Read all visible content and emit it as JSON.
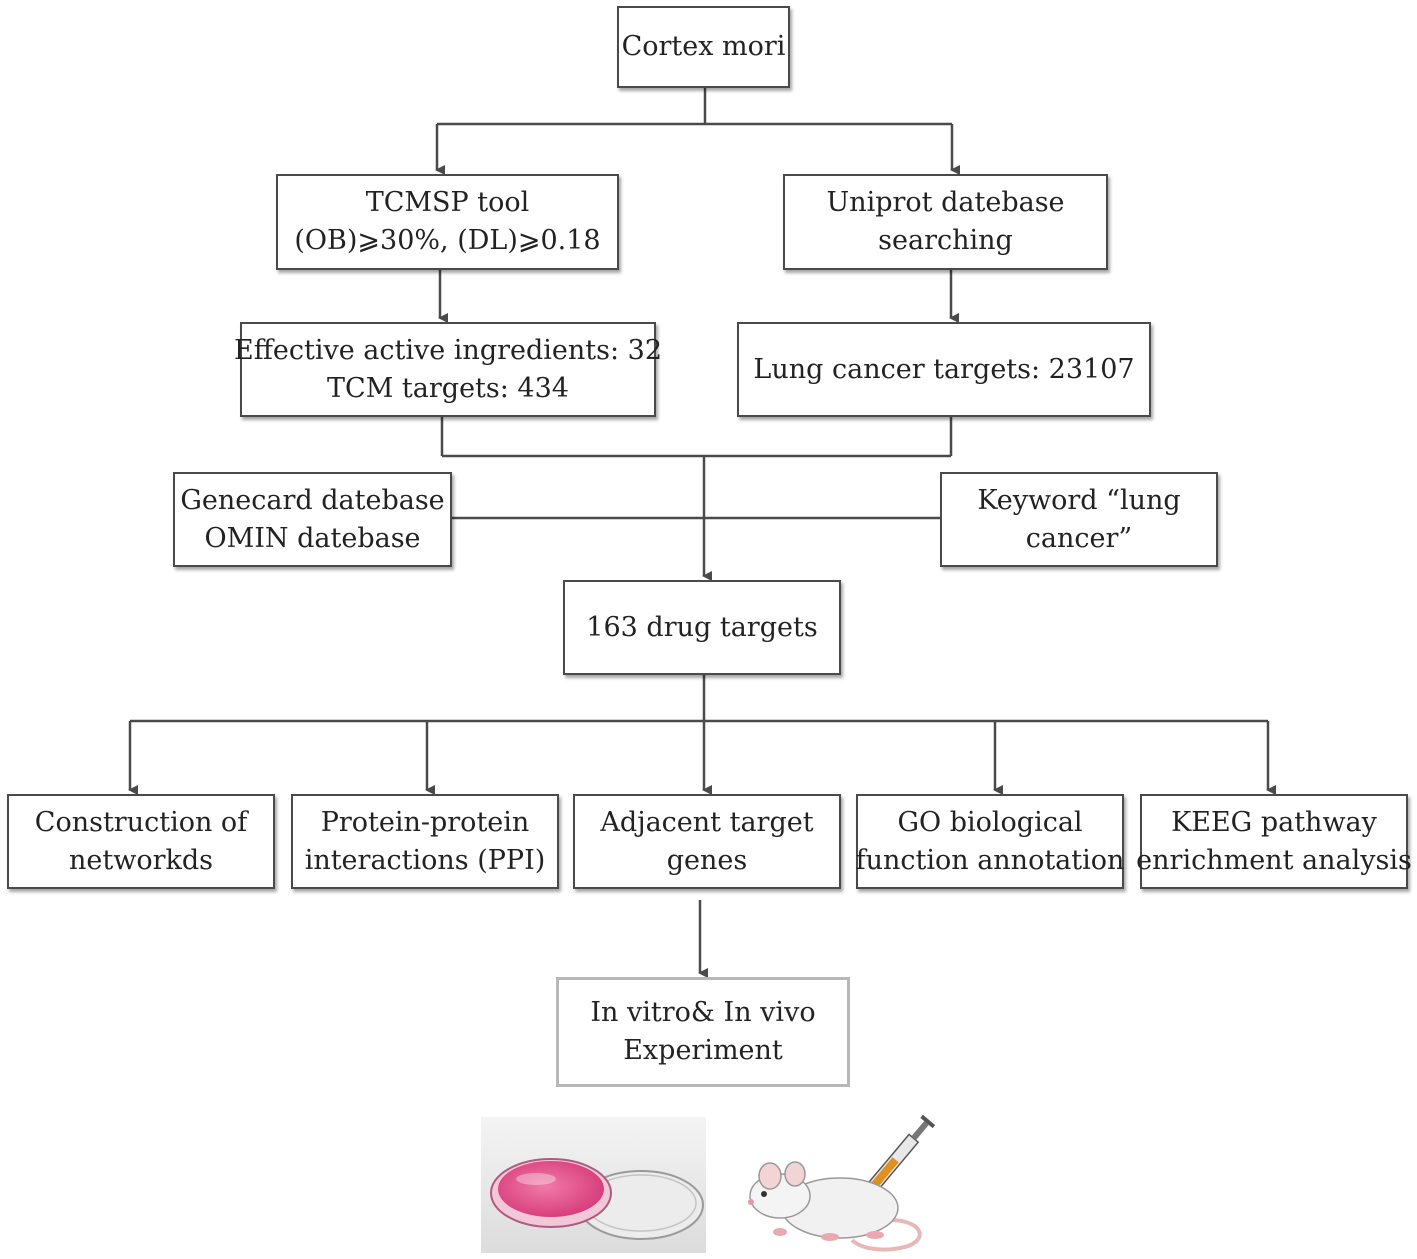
{
  "diagram": {
    "root": "Cortex mori",
    "tcmsp": {
      "line1": "TCMSP tool",
      "line2": "(OB)⩾30%, (DL)⩾0.18"
    },
    "uniprot": {
      "line1": "Uniprot datebase",
      "line2": "searching"
    },
    "ingredients": {
      "line1": "Effective active ingredients: 32",
      "line2": "TCM targets: 434"
    },
    "lung_targets": "Lung cancer targets: 23107",
    "genecard": {
      "line1": "Genecard datebase",
      "line2": "OMIN datebase"
    },
    "keyword": {
      "line1": "Keyword “lung",
      "line2": "cancer”"
    },
    "drug_targets": "163 drug targets",
    "analyses": [
      {
        "line1": "Construction of",
        "line2": "networkds"
      },
      {
        "line1": "Protein-protein",
        "line2": "interactions (PPI)"
      },
      {
        "line1": "Adjacent target",
        "line2": "genes"
      },
      {
        "line1": "GO biological",
        "line2": "function annotation"
      },
      {
        "line1": "KEEG pathway",
        "line2": "enrichment analysis"
      }
    ],
    "experiment": {
      "line1": "In vitro& In vivo",
      "line2": "Experiment"
    }
  },
  "colors": {
    "line": "#4a4a4a",
    "box_border": "#4a4a4a",
    "experiment_border": "#b8b8b8",
    "dish_medium": "#e8508a"
  },
  "icons": [
    "petri-dish-icon",
    "mouse-with-syringe-icon"
  ]
}
